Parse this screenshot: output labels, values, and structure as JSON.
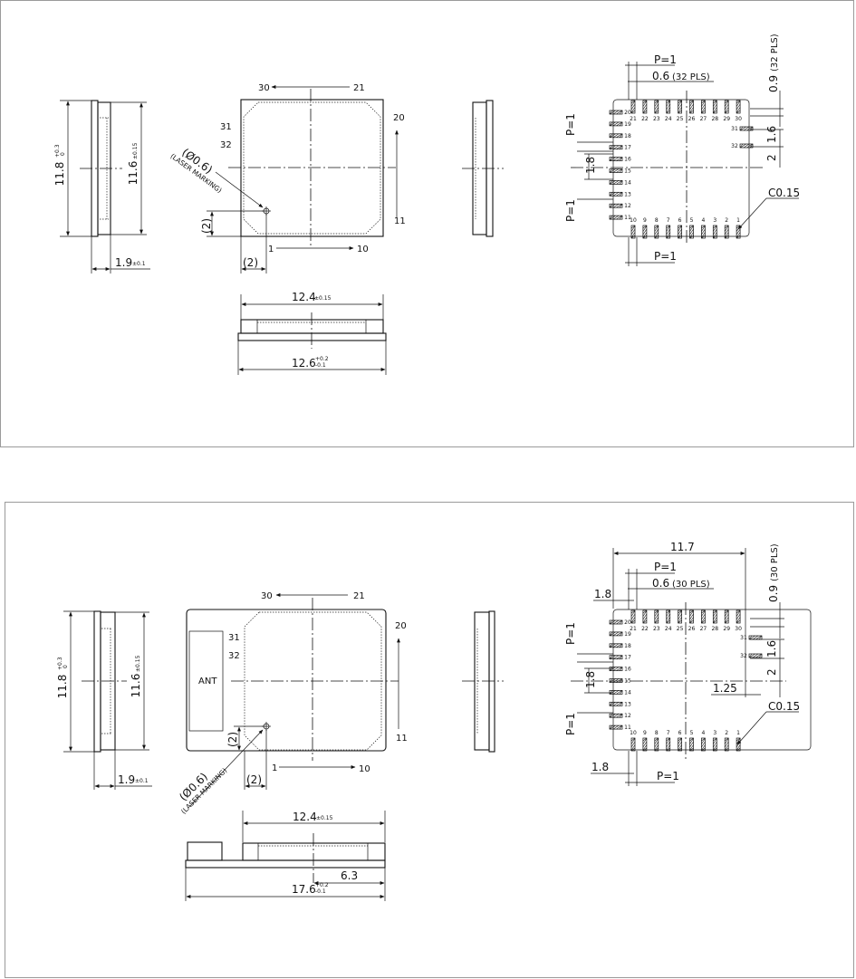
{
  "colors": {
    "frame": "#9a9a9a",
    "ink": "#111111",
    "background": "#ffffff"
  },
  "panel1": {
    "side_left": {
      "height_total": "11.8",
      "height_total_tol_top": "+0.3",
      "height_total_tol_bot": "0",
      "height_inner": "11.6",
      "height_inner_tol": "±0.15",
      "thickness": "1.9",
      "thickness_tol": "±0.1"
    },
    "top": {
      "pin_30": "30",
      "pin_21": "21",
      "pin_31": "31",
      "pin_32": "32",
      "pin_20": "20",
      "pin_11": "11",
      "pin_1": "1",
      "pin_10": "10",
      "marking_dia": "(Ø0.6)",
      "marking_label": "(LASER MARKING)",
      "offset_v": "(2)",
      "offset_h": "(2)"
    },
    "front": {
      "width_top": "12.4",
      "width_top_tol": "±0.15",
      "width_bottom": "12.6",
      "width_bottom_tol_top": "+0.2",
      "width_bottom_tol_bot": "-0.1"
    },
    "land": {
      "pitch_top": "P=1",
      "pad_width": "0.6",
      "pad_width_count": "(32 PLS)",
      "pad_len": "0.9",
      "pad_len_count": "(32 PLS)",
      "dim_1_6": "1.6",
      "dim_2": "2",
      "pitch_left_a": "P=1",
      "pitch_left_b": "P=1",
      "dim_1_8": "1.8",
      "chamfer": "C0.15",
      "pitch_bottom": "P=1",
      "top_pins": [
        "21",
        "22",
        "23",
        "24",
        "25",
        "26",
        "27",
        "28",
        "29",
        "30"
      ],
      "left_pins": [
        "20",
        "19",
        "18",
        "17",
        "16",
        "15",
        "14",
        "13",
        "12",
        "11"
      ],
      "bottom_pins": [
        "10",
        "9",
        "8",
        "7",
        "6",
        "5",
        "4",
        "3",
        "2",
        "1"
      ],
      "right_pins": [
        "31",
        "32"
      ]
    }
  },
  "panel2": {
    "side_left": {
      "height_total": "11.8",
      "height_total_tol_top": "+0.3",
      "height_total_tol_bot": "0",
      "height_inner": "11.6",
      "height_inner_tol": "±0.15",
      "thickness": "1.9",
      "thickness_tol": "±0.1"
    },
    "top": {
      "antenna": "ANT",
      "pin_30": "30",
      "pin_21": "21",
      "pin_31": "31",
      "pin_32": "32",
      "pin_20": "20",
      "pin_11": "11",
      "pin_1": "1",
      "pin_10": "10",
      "marking_dia": "(Ø0.6)",
      "marking_label": "(LASER MARKING)",
      "offset_v": "(2)",
      "offset_h": "(2)"
    },
    "front": {
      "width_top": "12.4",
      "width_top_tol": "±0.15",
      "width_bottom": "17.6",
      "width_bottom_tol_top": "+0.2",
      "width_bottom_tol_bot": "-0.1",
      "offset": "6.3"
    },
    "land": {
      "overall": "11.7",
      "pitch_top": "P=1",
      "pad_width": "0.6",
      "pad_width_count": "(30 PLS)",
      "pad_len": "0.9",
      "pad_len_count": "(30 PLS)",
      "dim_1_8_top": "1.8",
      "dim_1_6": "1.6",
      "dim_2": "2",
      "dim_1_25": "1.25",
      "pitch_left_a": "P=1",
      "pitch_left_b": "P=1",
      "dim_1_8_left": "1.8",
      "chamfer": "C0.15",
      "dim_1_8_bottom": "1.8",
      "pitch_bottom": "P=1",
      "top_pins": [
        "21",
        "22",
        "23",
        "24",
        "25",
        "26",
        "27",
        "28",
        "29",
        "30"
      ],
      "left_pins": [
        "20",
        "19",
        "18",
        "17",
        "16",
        "15",
        "14",
        "13",
        "12",
        "11"
      ],
      "bottom_pins": [
        "10",
        "9",
        "8",
        "7",
        "6",
        "5",
        "4",
        "3",
        "2",
        "1"
      ],
      "right_pins": [
        "31",
        "32"
      ]
    }
  }
}
